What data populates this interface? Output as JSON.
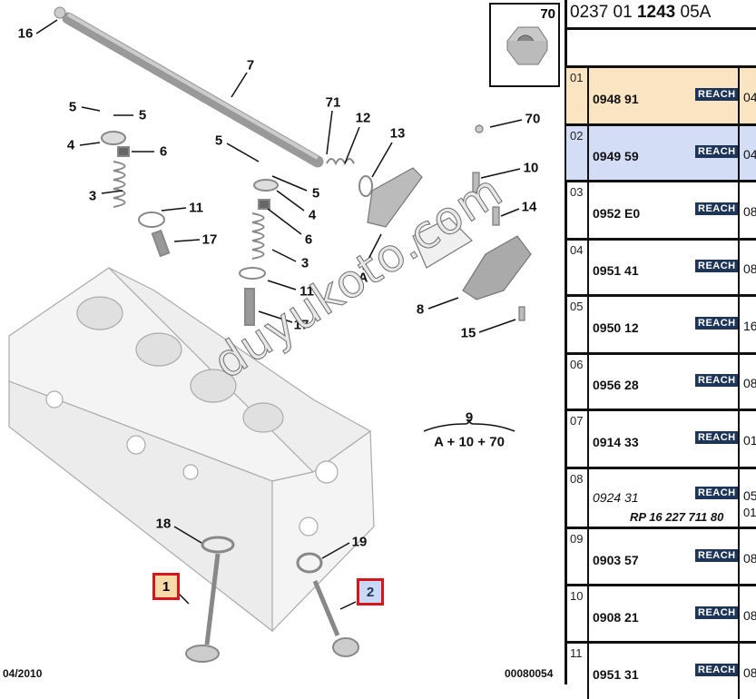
{
  "diagram": {
    "callouts": [
      "16",
      "7",
      "5",
      "5",
      "4",
      "6",
      "3",
      "11",
      "17",
      "71",
      "12",
      "13",
      "5",
      "5",
      "4",
      "6",
      "3",
      "11",
      "17",
      "A",
      "70",
      "10",
      "14",
      "8",
      "15",
      "18",
      "19"
    ],
    "highlighted": [
      {
        "label": "1",
        "color": "#f8d9a8"
      },
      {
        "label": "2",
        "color": "#c9d8f5"
      }
    ],
    "highlight_border": "#d8141c",
    "assembly": {
      "number": "9",
      "formula": "A + 10 + 70"
    },
    "inset_label": "70",
    "date": "04/2010",
    "drawing_number": "00080054",
    "watermark": "duyukoto.com"
  },
  "panel": {
    "title_pre": "0237 01 ",
    "title_bold": "1243",
    "title_post": " 05A",
    "rows": [
      {
        "idx": "01",
        "ref": "0948 91",
        "badge": "REACH",
        "qty": "04",
        "bg": "#fbe4c2"
      },
      {
        "idx": "02",
        "ref": "0949 59",
        "badge": "REACH",
        "qty": "04",
        "bg": "#d3def6"
      },
      {
        "idx": "03",
        "ref": "0952 E0",
        "badge": "REACH",
        "qty": "08"
      },
      {
        "idx": "04",
        "ref": "0951 41",
        "badge": "REACH",
        "qty": "08"
      },
      {
        "idx": "05",
        "ref": "0950 12",
        "badge": "REACH",
        "qty": "16"
      },
      {
        "idx": "06",
        "ref": "0956 28",
        "badge": "REACH",
        "qty": "08"
      },
      {
        "idx": "07",
        "ref": "0914 33",
        "badge": "REACH",
        "qty": "01"
      },
      {
        "idx": "08",
        "ref": "0924 31",
        "badge": "REACH",
        "qty": "05",
        "rp": "RP 16 227 711 80",
        "qty2": "01"
      },
      {
        "idx": "09",
        "ref": "0903 57",
        "badge": "REACH",
        "qty": "08"
      },
      {
        "idx": "10",
        "ref": "0908 21",
        "badge": "REACH",
        "qty": "08"
      },
      {
        "idx": "11",
        "ref": "0951 31",
        "badge": "REACH",
        "qty": "08"
      }
    ]
  }
}
